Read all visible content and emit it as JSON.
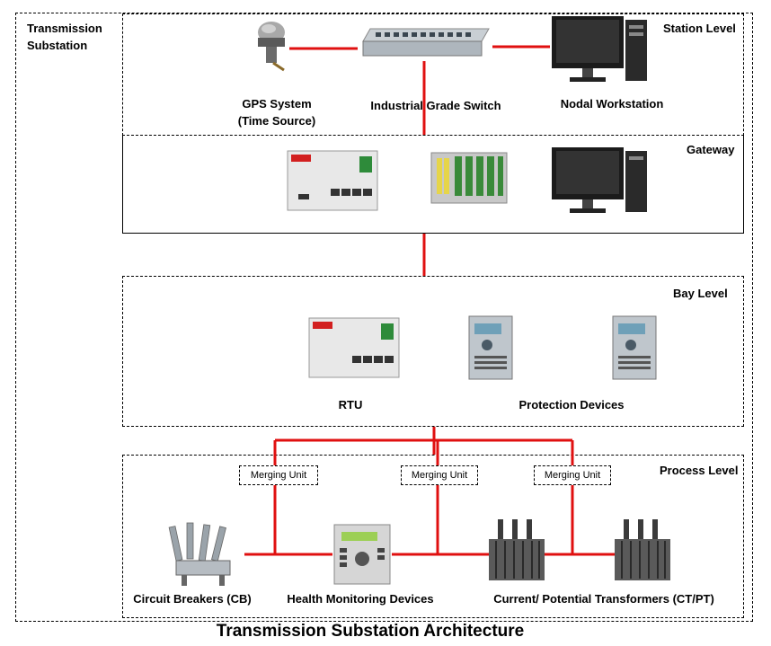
{
  "title": "Transmission Substation Architecture",
  "outer_label": "Transmission Substation",
  "levels": {
    "station": "Station Level",
    "gateway": "Gateway",
    "bay": "Bay Level",
    "process": "Process Level"
  },
  "devices": {
    "gps_line1": "GPS System",
    "gps_line2": "(Time Source)",
    "switch": "Industrial Grade Switch",
    "workstation": "Nodal Workstation",
    "rtu": "RTU",
    "protection": "Protection Devices",
    "breakers": "Circuit Breakers (CB)",
    "health": "Health Monitoring Devices",
    "transformers": "Current/ Potential Transformers (CT/PT)"
  },
  "merging_units": [
    "Merging Unit",
    "Merging Unit",
    "Merging Unit"
  ],
  "colors": {
    "link": "#e01010",
    "frame": "#000000"
  },
  "icons": [
    "gps-antenna-icon",
    "network-switch-icon",
    "workstation-icon",
    "rtu-device-icon",
    "io-rack-icon",
    "protection-relay-icon",
    "circuit-breaker-icon",
    "monitoring-device-icon",
    "transformer-icon"
  ]
}
